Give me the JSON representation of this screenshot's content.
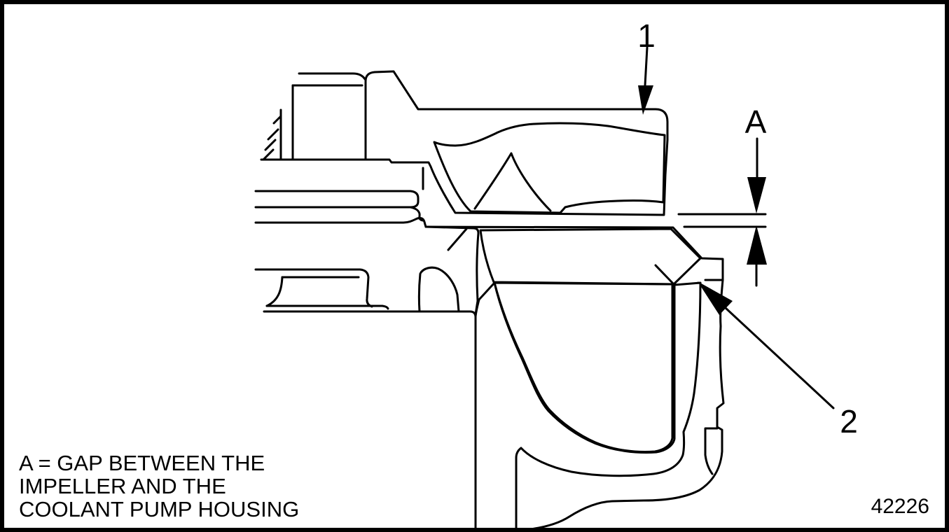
{
  "figure": {
    "callout_impeller": "1",
    "callout_gap": "A",
    "callout_housing": "2",
    "caption_line1": "A = GAP BETWEEN THE",
    "caption_line2": "IMPELLER AND THE",
    "caption_line3": "COOLANT PUMP HOUSING",
    "figure_number": "42226"
  },
  "colors": {
    "line": "#000000",
    "background": "#ffffff"
  }
}
